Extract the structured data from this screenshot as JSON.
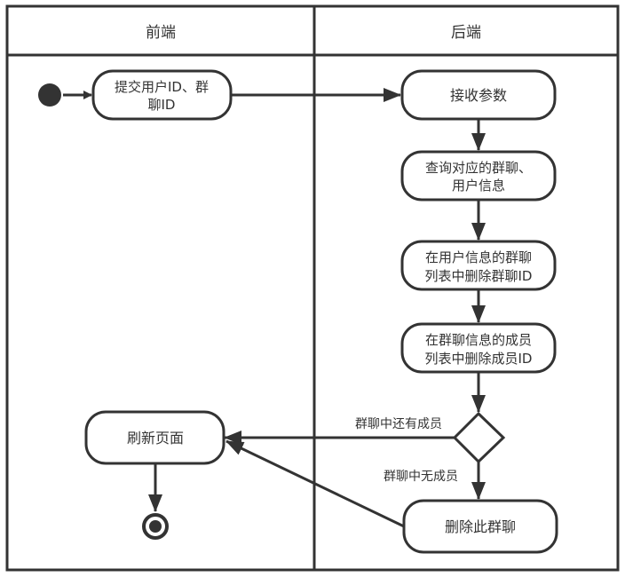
{
  "lanes": [
    {
      "title": "前端"
    },
    {
      "title": "后端"
    }
  ],
  "nodes": {
    "submit": [
      "提交用户ID、群",
      "聊ID"
    ],
    "receive": [
      "接收参数"
    ],
    "query": [
      "查询对应的群聊、",
      "用户信息"
    ],
    "remove_from_user": [
      "在用户信息的群聊",
      "列表中删除群聊ID"
    ],
    "remove_from_group": [
      "在群聊信息的成员",
      "列表中删除成员ID"
    ],
    "refresh": [
      "刷新页面"
    ],
    "delete_group": [
      "删除此群聊"
    ]
  },
  "edge_labels": {
    "has_members": "群聊中还有成员",
    "no_members": "群聊中无成员"
  },
  "colors": {
    "stroke": "#333333",
    "text": "#333333",
    "background": "#ffffff"
  }
}
